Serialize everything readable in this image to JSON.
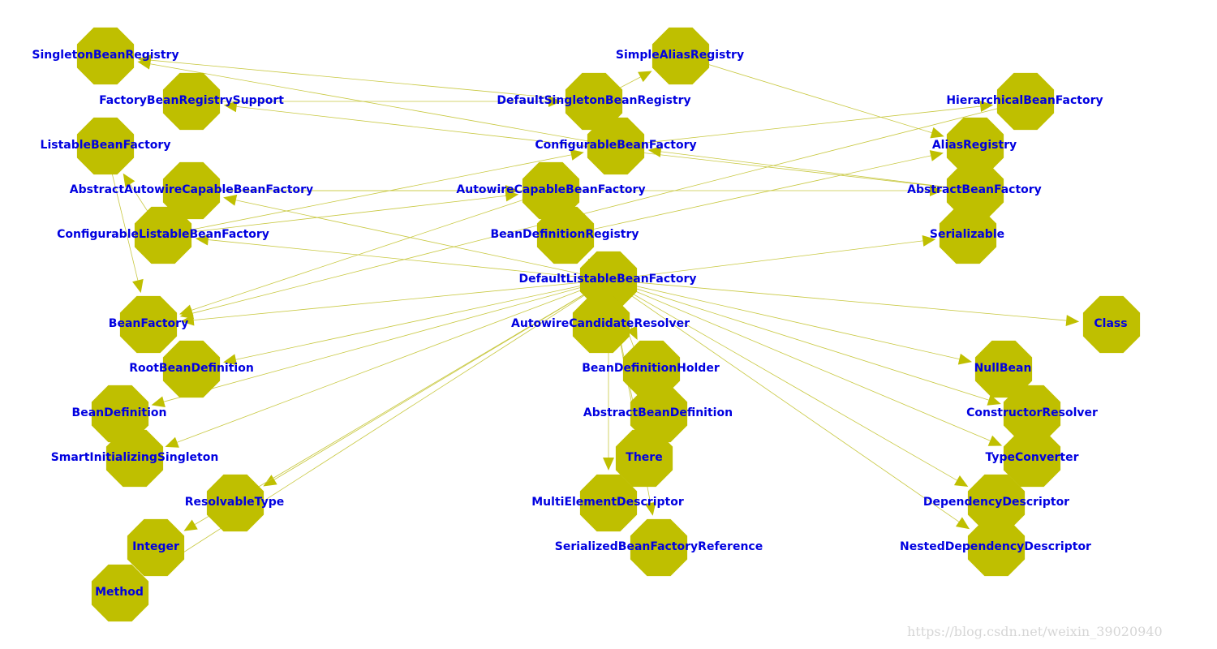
{
  "colors": {
    "node_fill": "#bfbf00",
    "edge": "#c8c840",
    "label": "#0000e0"
  },
  "nodes": [
    {
      "id": "SingletonBeanRegistry",
      "label": "SingletonBeanRegistry"
    },
    {
      "id": "SimpleAliasRegistry",
      "label": "SimpleAliasRegistry"
    },
    {
      "id": "FactoryBeanRegistrySupport",
      "label": "FactoryBeanRegistrySupport"
    },
    {
      "id": "DefaultSingletonBeanRegistry",
      "label": "DefaultSingletonBeanRegistry"
    },
    {
      "id": "HierarchicalBeanFactory",
      "label": "HierarchicalBeanFactory"
    },
    {
      "id": "ListableBeanFactory",
      "label": "ListableBeanFactory"
    },
    {
      "id": "ConfigurableBeanFactory",
      "label": "ConfigurableBeanFactory"
    },
    {
      "id": "AliasRegistry",
      "label": "AliasRegistry"
    },
    {
      "id": "AbstractAutowireCapableBeanFactory",
      "label": "AbstractAutowireCapableBeanFactory"
    },
    {
      "id": "AutowireCapableBeanFactory",
      "label": "AutowireCapableBeanFactory"
    },
    {
      "id": "AbstractBeanFactory",
      "label": "AbstractBeanFactory"
    },
    {
      "id": "ConfigurableListableBeanFactory",
      "label": "ConfigurableListableBeanFactory"
    },
    {
      "id": "BeanDefinitionRegistry",
      "label": "BeanDefinitionRegistry"
    },
    {
      "id": "Serializable",
      "label": "Serializable"
    },
    {
      "id": "DefaultListableBeanFactory",
      "label": "DefaultListableBeanFactory"
    },
    {
      "id": "BeanFactory",
      "label": "BeanFactory"
    },
    {
      "id": "AutowireCandidateResolver",
      "label": "AutowireCandidateResolver"
    },
    {
      "id": "Class",
      "label": "Class"
    },
    {
      "id": "RootBeanDefinition",
      "label": "RootBeanDefinition"
    },
    {
      "id": "BeanDefinitionHolder",
      "label": "BeanDefinitionHolder"
    },
    {
      "id": "NullBean",
      "label": "NullBean"
    },
    {
      "id": "BeanDefinition",
      "label": "BeanDefinition"
    },
    {
      "id": "AbstractBeanDefinition",
      "label": "AbstractBeanDefinition"
    },
    {
      "id": "ConstructorResolver",
      "label": "ConstructorResolver"
    },
    {
      "id": "SmartInitializingSingleton",
      "label": "SmartInitializingSingleton"
    },
    {
      "id": "There",
      "label": "There"
    },
    {
      "id": "TypeConverter",
      "label": "TypeConverter"
    },
    {
      "id": "ResolvableType",
      "label": "ResolvableType"
    },
    {
      "id": "MultiElementDescriptor",
      "label": "MultiElementDescriptor"
    },
    {
      "id": "DependencyDescriptor",
      "label": "DependencyDescriptor"
    },
    {
      "id": "Integer",
      "label": "Integer"
    },
    {
      "id": "SerializedBeanFactoryReference",
      "label": "SerializedBeanFactoryReference"
    },
    {
      "id": "NestedDependencyDescriptor",
      "label": "NestedDependencyDescriptor"
    },
    {
      "id": "Method",
      "label": "Method"
    }
  ],
  "edges": [
    [
      "DefaultSingletonBeanRegistry",
      "SingletonBeanRegistry"
    ],
    [
      "DefaultSingletonBeanRegistry",
      "SimpleAliasRegistry"
    ],
    [
      "FactoryBeanRegistrySupport",
      "DefaultSingletonBeanRegistry"
    ],
    [
      "SimpleAliasRegistry",
      "AliasRegistry"
    ],
    [
      "ConfigurableBeanFactory",
      "SingletonBeanRegistry"
    ],
    [
      "ConfigurableBeanFactory",
      "HierarchicalBeanFactory"
    ],
    [
      "AbstractBeanFactory",
      "FactoryBeanRegistrySupport"
    ],
    [
      "AbstractBeanFactory",
      "ConfigurableBeanFactory"
    ],
    [
      "ListableBeanFactory",
      "BeanFactory"
    ],
    [
      "HierarchicalBeanFactory",
      "BeanFactory"
    ],
    [
      "AutowireCapableBeanFactory",
      "BeanFactory"
    ],
    [
      "AbstractAutowireCapableBeanFactory",
      "AbstractBeanFactory"
    ],
    [
      "AbstractAutowireCapableBeanFactory",
      "AutowireCapableBeanFactory"
    ],
    [
      "ConfigurableListableBeanFactory",
      "ListableBeanFactory"
    ],
    [
      "ConfigurableListableBeanFactory",
      "AutowireCapableBeanFactory"
    ],
    [
      "ConfigurableListableBeanFactory",
      "ConfigurableBeanFactory"
    ],
    [
      "BeanDefinitionRegistry",
      "AliasRegistry"
    ],
    [
      "DefaultListableBeanFactory",
      "AbstractAutowireCapableBeanFactory"
    ],
    [
      "DefaultListableBeanFactory",
      "ConfigurableListableBeanFactory"
    ],
    [
      "DefaultListableBeanFactory",
      "BeanDefinitionRegistry"
    ],
    [
      "DefaultListableBeanFactory",
      "Serializable"
    ],
    [
      "DefaultListableBeanFactory",
      "BeanFactory"
    ],
    [
      "DefaultListableBeanFactory",
      "AutowireCandidateResolver"
    ],
    [
      "DefaultListableBeanFactory",
      "Class"
    ],
    [
      "DefaultListableBeanFactory",
      "RootBeanDefinition"
    ],
    [
      "DefaultListableBeanFactory",
      "BeanDefinitionHolder"
    ],
    [
      "DefaultListableBeanFactory",
      "NullBean"
    ],
    [
      "DefaultListableBeanFactory",
      "BeanDefinition"
    ],
    [
      "DefaultListableBeanFactory",
      "AbstractBeanDefinition"
    ],
    [
      "DefaultListableBeanFactory",
      "ConstructorResolver"
    ],
    [
      "DefaultListableBeanFactory",
      "SmartInitializingSingleton"
    ],
    [
      "DefaultListableBeanFactory",
      "There"
    ],
    [
      "DefaultListableBeanFactory",
      "TypeConverter"
    ],
    [
      "DefaultListableBeanFactory",
      "ResolvableType"
    ],
    [
      "DefaultListableBeanFactory",
      "MultiElementDescriptor"
    ],
    [
      "DefaultListableBeanFactory",
      "DependencyDescriptor"
    ],
    [
      "DefaultListableBeanFactory",
      "Integer"
    ],
    [
      "DefaultListableBeanFactory",
      "SerializedBeanFactoryReference"
    ],
    [
      "DefaultListableBeanFactory",
      "NestedDependencyDescriptor"
    ],
    [
      "DefaultListableBeanFactory",
      "Method"
    ]
  ],
  "watermark": "https://blog.csdn.net/weixin_39020940"
}
